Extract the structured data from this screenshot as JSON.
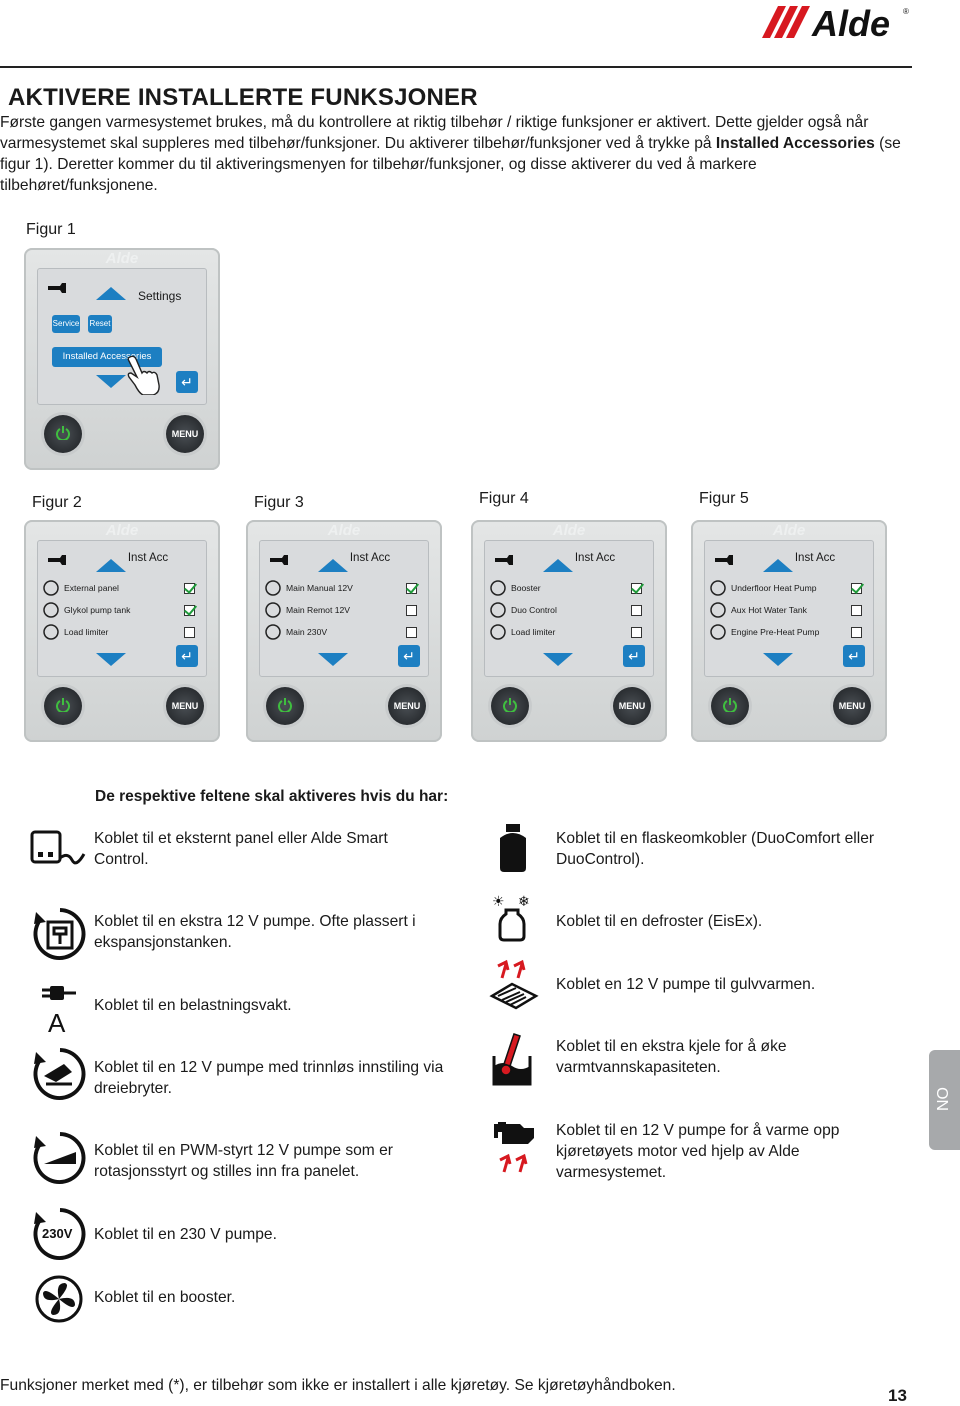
{
  "brand": "Alde",
  "title": "AKTIVERE INSTALLERTE FUNKSJONER",
  "intro": {
    "p1": "Første gangen varmesystemet brukes, må du kontrollere at riktig tilbehør / riktige funksjoner er aktivert. Dette gjelder også når varmesystemet skal suppleres med tilbehør/funksjoner. Du aktiverer tilbehør/funksjoner ved å trykke på",
    "bold": "Installed Accessories",
    "p2": "(se figur 1). Deretter kommer du til aktiveringsmenyen for tilbehør/funksjoner, og disse aktiverer du ved å markere tilbehøret/funksjonene."
  },
  "figure1": {
    "label": "Figur 1",
    "screen_title": "Settings",
    "service": "Service",
    "reset": "Reset",
    "installed": "Installed Accessories",
    "menu": "MENU"
  },
  "figures": [
    {
      "label": "Figur 2",
      "title": "Inst Acc",
      "rows": [
        {
          "icon": "external-panel-icon",
          "label": "External panel",
          "checked": true
        },
        {
          "icon": "glycol-pump-icon",
          "label": "Glykol pump tank",
          "checked": true
        },
        {
          "icon": "load-limiter-icon",
          "label": "Load limiter",
          "checked": false
        }
      ]
    },
    {
      "label": "Figur 3",
      "title": "Inst Acc",
      "rows": [
        {
          "icon": "manual-pump-icon",
          "label": "Main Manual 12V",
          "checked": true
        },
        {
          "icon": "remote-pump-icon",
          "label": "Main Remot 12V",
          "checked": false
        },
        {
          "icon": "pump-230v-icon",
          "label": "Main 230V",
          "checked": false
        }
      ]
    },
    {
      "label": "Figur 4",
      "title": "Inst Acc",
      "rows": [
        {
          "icon": "booster-fan-icon",
          "label": "Booster",
          "checked": true
        },
        {
          "icon": "gas-bottle-icon",
          "label": "Duo Control",
          "checked": false
        },
        {
          "icon": "defroster-icon",
          "label": "Load limiter",
          "checked": false
        }
      ]
    },
    {
      "label": "Figur 5",
      "title": "Inst Acc",
      "rows": [
        {
          "icon": "underfloor-heat-icon",
          "label": "Underfloor Heat Pump",
          "checked": true
        },
        {
          "icon": "hot-water-tank-icon",
          "label": "Aux Hot Water Tank",
          "checked": false
        },
        {
          "icon": "engine-preheat-icon",
          "label": "Engine Pre-Heat Pump",
          "checked": false
        }
      ]
    }
  ],
  "legend": {
    "heading": "De respektive feltene skal aktiveres hvis du har:",
    "left": [
      "Koblet til et eksternt panel eller Alde Smart Control.",
      "Koblet til en ekstra 12 V pumpe. Ofte plassert i ekspansjonstanken.",
      "Koblet til en belastningsvakt.",
      "Koblet til en 12 V pumpe med trinnløs innstiling via dreiebryter.",
      "Koblet til en PWM-styrt 12 V pumpe som er rotasjonsstyrt og stilles inn fra panelet.",
      "Koblet til en 230 V pumpe.",
      "Koblet til en booster."
    ],
    "right": [
      "Koblet til en flaskeomkobler (DuoComfort eller DuoControl).",
      "Koblet til en defroster (EisEx).",
      "Koblet en 12 V pumpe til gulvvarmen.",
      "Koblet til en ekstra kjele for å øke varmtvannskapasiteten.",
      "Koblet til en 12 V pumpe for å varme opp kjøretøyets motor ved hjelp av Alde varmesystemet."
    ],
    "icon_230": "230V",
    "icon_a": "A"
  },
  "side_tab": "NO",
  "footer": "Funksjoner merket med (*), er tilbehør som ikke er installert i alle kjøretøy. Se kjøretøyhåndboken.",
  "page_number": "13"
}
